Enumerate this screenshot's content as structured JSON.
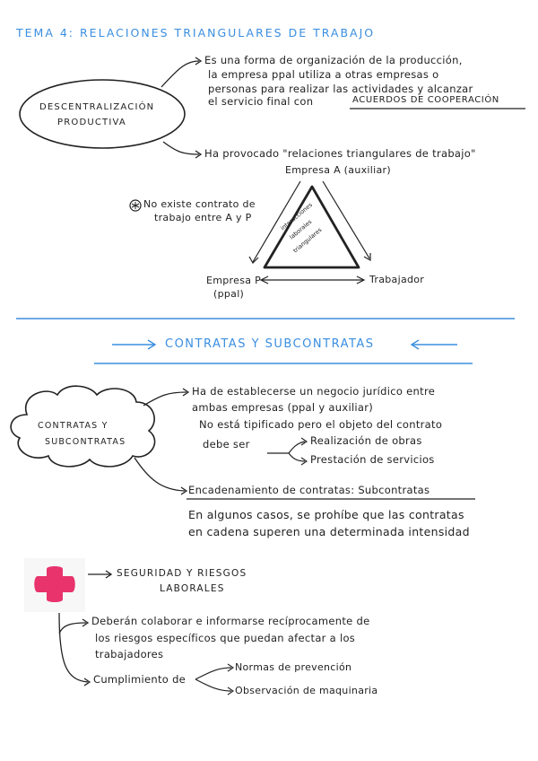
{
  "title": "TEMA 4: RELACIONES TRIANGULARES DE TRABAJO",
  "section1": {
    "bubble_line1": "DESCENTRALIZACIÓN",
    "bubble_line2": "PRODUCTIVA",
    "def_line1": "Es una forma de organización de la producción,",
    "def_line2": "la empresa ppal utiliza a otras empresas o",
    "def_line3": "personas para realizar las actividades y alcanzar",
    "def_line4": "el servicio final con",
    "def_highlight": "ACUERDOS DE COOPERACIÓN",
    "provoca": "Ha provocado \"relaciones triangulares de trabajo\"",
    "triangle": {
      "top": "Empresa A (auxiliar)",
      "left_line1": "Empresa P",
      "left_line2": "(ppal)",
      "right": "Trabajador",
      "center_line1": "interacciones",
      "center_line2": "laborales",
      "center_line3": "triangulares"
    },
    "note_line1": "No existe contrato de",
    "note_line2": "trabajo entre A y P",
    "note_icon": "asterisk-circle-icon"
  },
  "section2": {
    "heading": "CONTRATAS Y SUBCONTRATAS",
    "cloud_line1": "CONTRATAS Y",
    "cloud_line2": "SUBCONTRATAS",
    "b1_line1": "Ha de establecerse un negocio jurídico entre",
    "b1_line2": "ambas empresas (ppal y auxiliar)",
    "b1_line3": "No está tipificado pero el objeto del contrato",
    "b1_line4": "debe ser",
    "opt1": "Realización de obras",
    "opt2": "Prestación de servicios",
    "b2_heading": "Encadenamiento de contratas: Subcontratas",
    "b2_line1": "En algunos casos, se prohíbe que las contratas",
    "b2_line2": "en cadena superen una determinada intensidad"
  },
  "section3": {
    "icon": "red-cross-icon",
    "title_line1": "SEGURIDAD Y RIESGOS",
    "title_line2": "LABORALES",
    "c1_line1": "Deberán colaborar e informarse recíprocamente de",
    "c1_line2": "los riesgos específicos que puedan afectar a los",
    "c1_line3": "trabajadores",
    "c2": "Cumplimiento de",
    "c2_opt1": "Normas de prevención",
    "c2_opt2": "Observación de maquinaria"
  },
  "colors": {
    "accent": "#3a8ee0",
    "cross": "#e8336d",
    "ink": "#222222"
  }
}
